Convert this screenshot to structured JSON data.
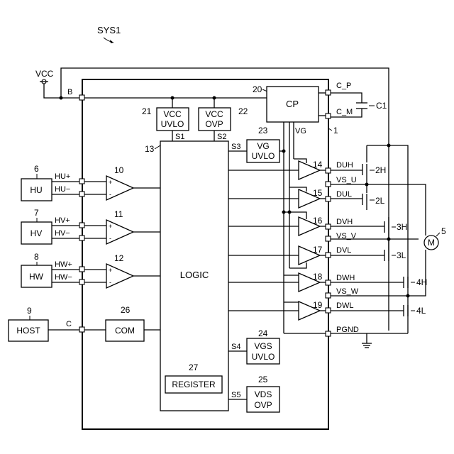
{
  "diagram": {
    "system_ref": "SYS1",
    "chip_ref": "1",
    "supply_label": "VCC",
    "pins": {
      "b": "B",
      "c": "C",
      "cp_p": "C_P",
      "cp_m": "C_M",
      "hu_p": "HU+",
      "hu_m": "HU−",
      "hv_p": "HV+",
      "hv_m": "HV−",
      "hw_p": "HW+",
      "hw_m": "HW−",
      "duh": "DUH",
      "vs_u": "VS_U",
      "dul": "DUL",
      "dvh": "DVH",
      "vs_v": "VS_V",
      "dvl": "DVL",
      "dwh": "DWH",
      "vs_w": "VS_W",
      "dwl": "DWL",
      "pgnd": "PGND"
    },
    "blocks": {
      "cp": {
        "ref": "20",
        "label": "CP"
      },
      "vcc_uvlo": {
        "ref": "21",
        "line1": "VCC",
        "line2": "UVLO",
        "signal": "S1"
      },
      "vcc_ovp": {
        "ref": "22",
        "line1": "VCC",
        "line2": "OVP",
        "signal": "S2"
      },
      "vg_uvlo": {
        "ref": "23",
        "line1": "VG",
        "line2": "UVLO",
        "signal": "S3"
      },
      "vgs_uvlo": {
        "ref": "24",
        "line1": "VGS",
        "line2": "UVLO",
        "signal": "S4"
      },
      "vds_ovp": {
        "ref": "25",
        "line1": "VDS",
        "line2": "OVP",
        "signal": "S5"
      },
      "com": {
        "ref": "26",
        "label": "COM"
      },
      "register": {
        "ref": "27",
        "label": "REGISTER"
      },
      "logic": {
        "ref": "13",
        "label": "LOGIC"
      },
      "vg_label": "VG"
    },
    "sensors": {
      "hu": {
        "ref": "6",
        "label": "HU"
      },
      "hv": {
        "ref": "7",
        "label": "HV"
      },
      "hw": {
        "ref": "8",
        "label": "HW"
      },
      "host": {
        "ref": "9",
        "label": "HOST"
      }
    },
    "comparators": {
      "u": {
        "ref": "10",
        "plus": "+",
        "minus": "-"
      },
      "v": {
        "ref": "11",
        "plus": "+",
        "minus": "-"
      },
      "w": {
        "ref": "12",
        "plus": "+",
        "minus": "-"
      }
    },
    "drivers": [
      "14",
      "15",
      "16",
      "17",
      "18",
      "19"
    ],
    "transistors": [
      "2H",
      "2L",
      "3H",
      "3L",
      "4H",
      "4L"
    ],
    "capacitor": "C1",
    "motor": {
      "ref": "5",
      "symbol": "M"
    }
  }
}
